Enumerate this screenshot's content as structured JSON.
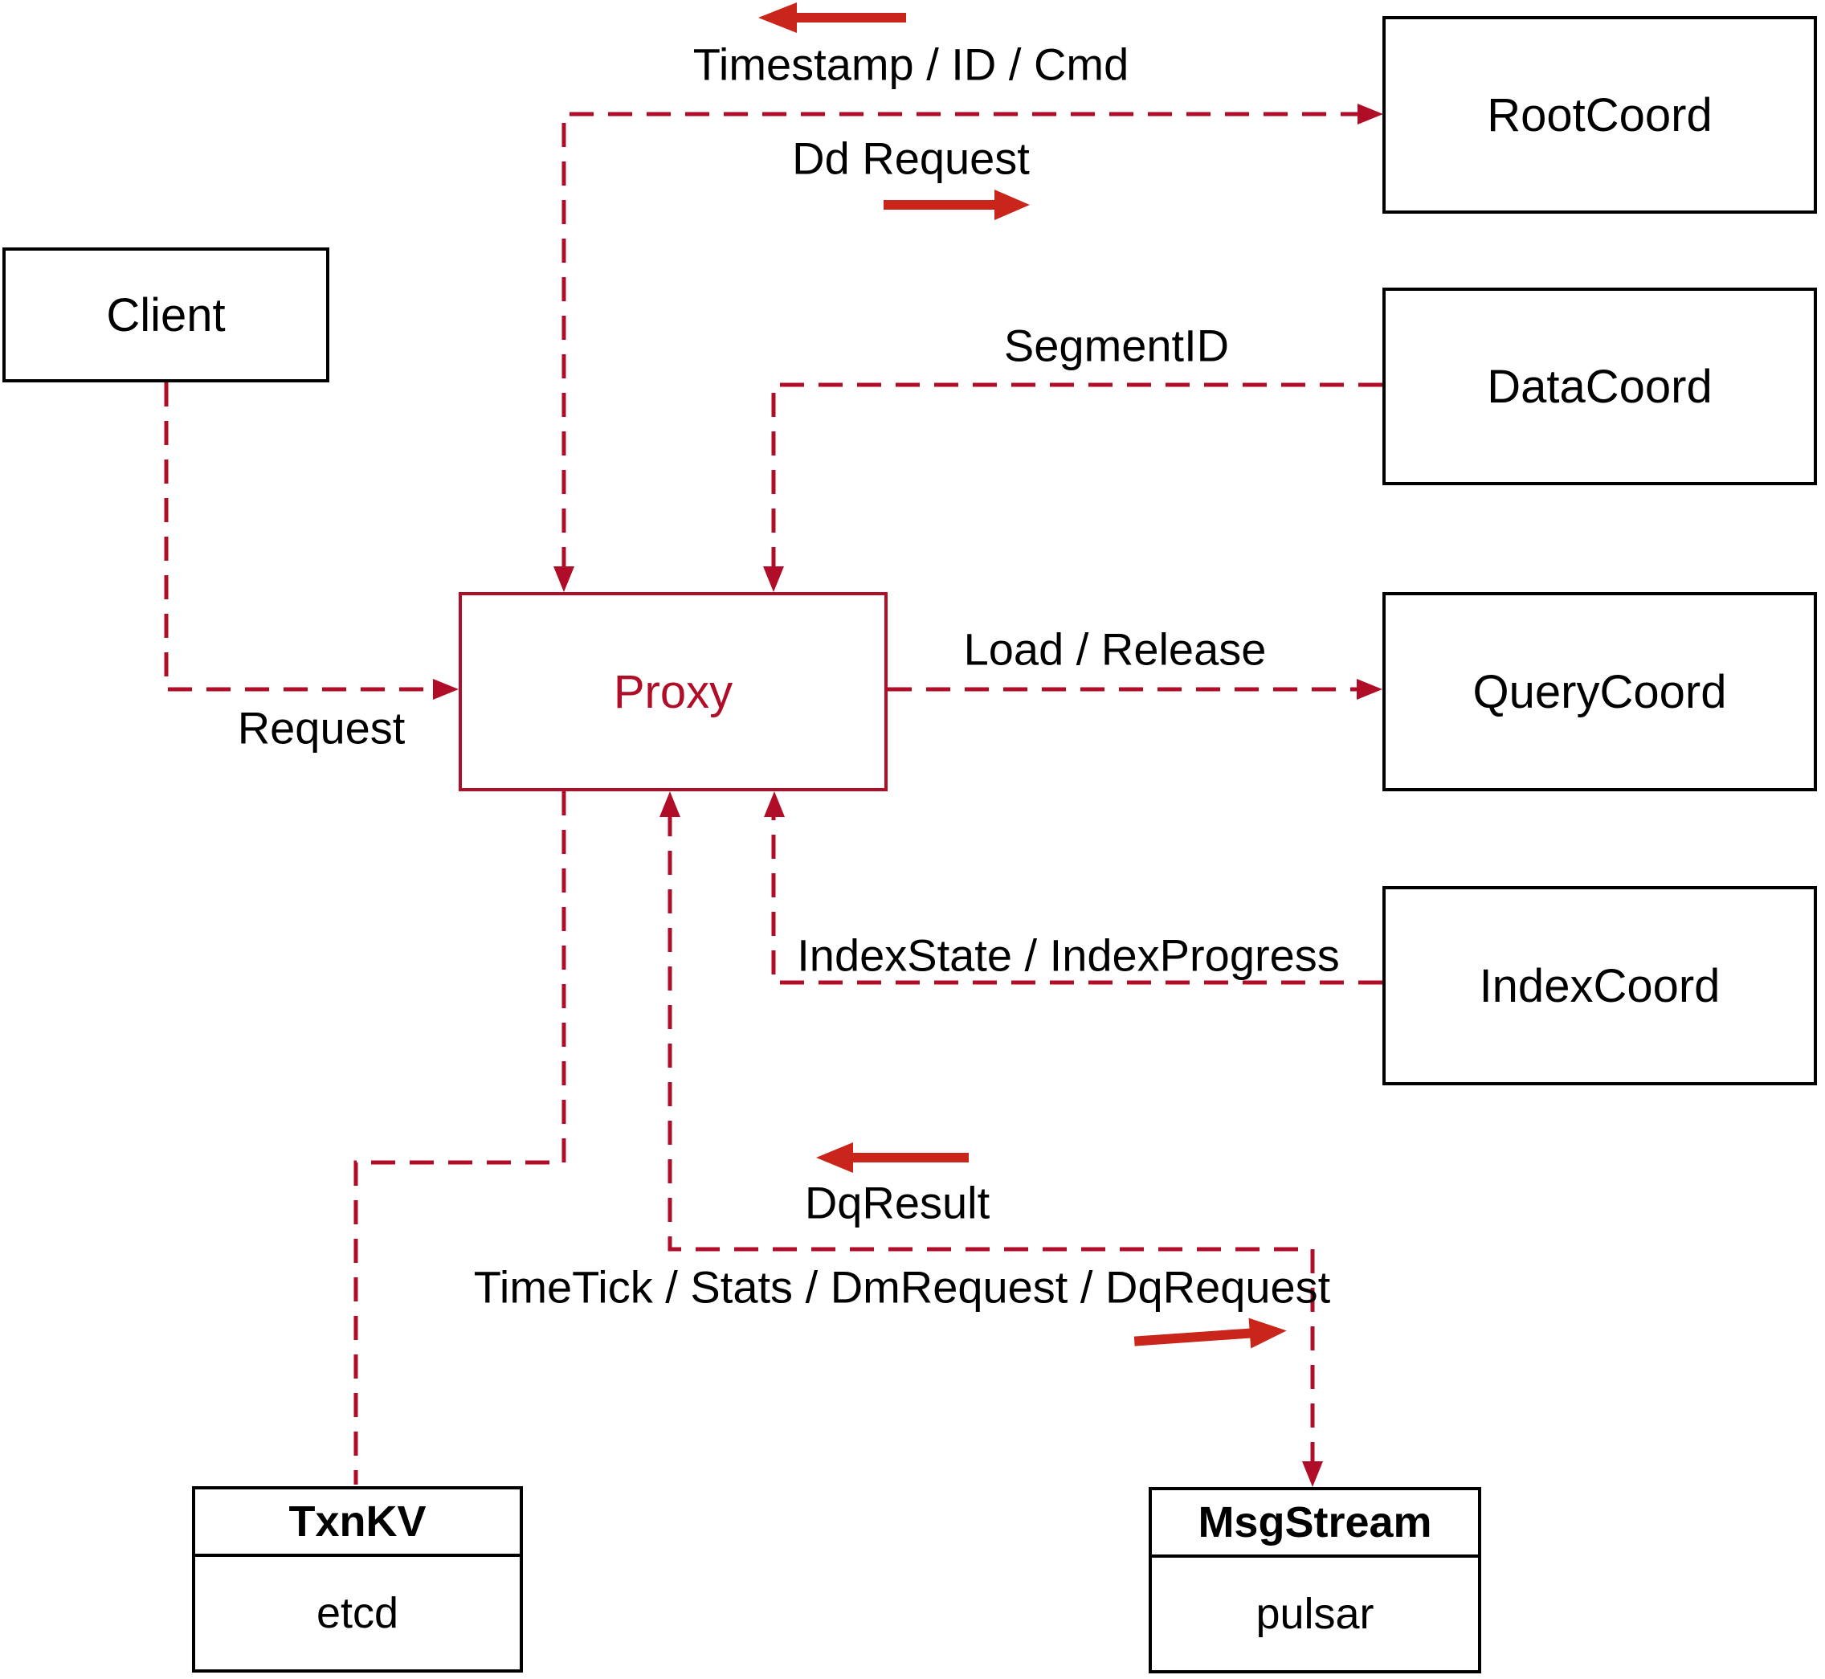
{
  "colors": {
    "connector": "#b00e28",
    "arrow": "#c9251b",
    "box_border": "#000000",
    "text": "#000000",
    "background": "#ffffff"
  },
  "nodes": {
    "client": {
      "label": "Client"
    },
    "proxy": {
      "label": "Proxy"
    },
    "root_coord": {
      "label": "RootCoord"
    },
    "data_coord": {
      "label": "DataCoord"
    },
    "query_coord": {
      "label": "QueryCoord"
    },
    "index_coord": {
      "label": "IndexCoord"
    },
    "txn_kv": {
      "title": "TxnKV",
      "subtitle": "etcd"
    },
    "msg_stream": {
      "title": "MsgStream",
      "subtitle": "pulsar"
    }
  },
  "edge_labels": {
    "timestamp_id_cmd": "Timestamp / ID / Cmd",
    "dd_request": "Dd Request",
    "segment_id": "SegmentID",
    "request": "Request",
    "load_release": "Load / Release",
    "index_state_progress": "IndexState / IndexProgress",
    "dq_result": "DqResult",
    "timetick_stats": "TimeTick / Stats / DmRequest / DqRequest"
  }
}
